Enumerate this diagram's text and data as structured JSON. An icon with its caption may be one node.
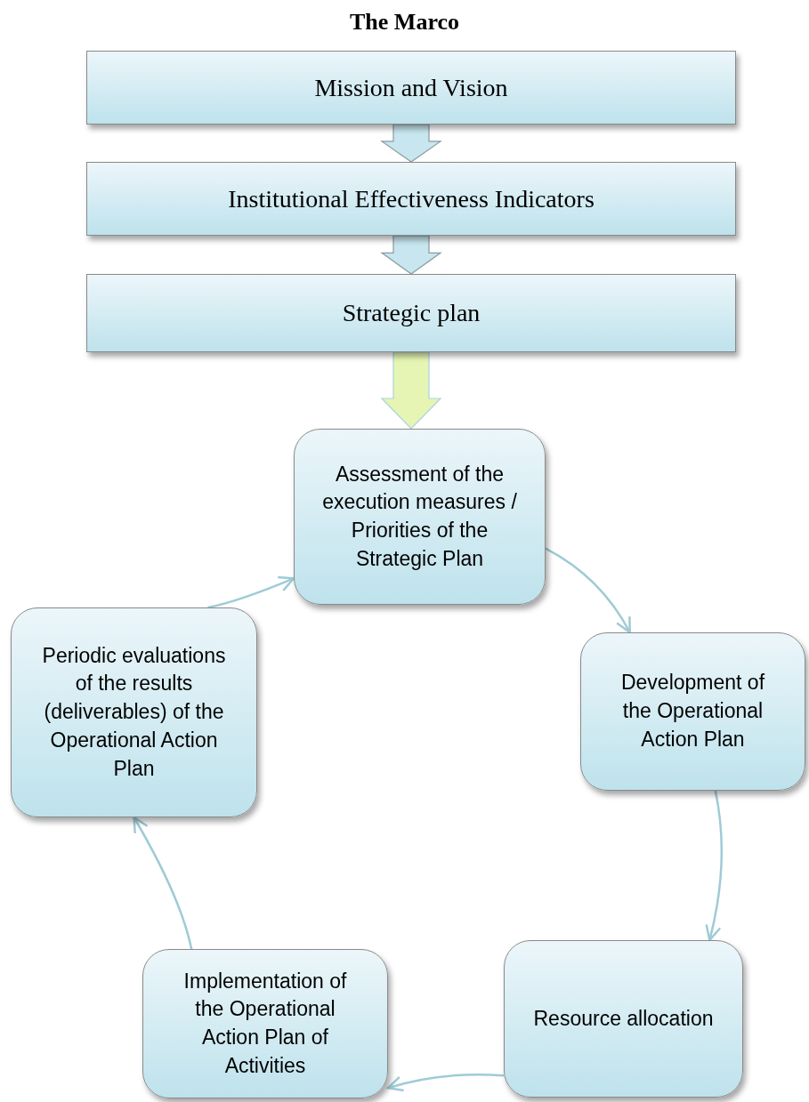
{
  "diagram": {
    "title": "The Marco",
    "nodes": [
      {
        "text": [
          "Mission and Vision"
        ]
      },
      {
        "text": [
          "Institutional Effectiveness Indicators"
        ]
      },
      {
        "text": [
          "Strategic plan"
        ]
      },
      {
        "text": [
          "Assessment of the execution measures / Priorities of the Strategic Plan"
        ]
      },
      {
        "text": [
          "Development of the Operational Action Plan"
        ]
      },
      {
        "text": [
          "Resource allocation"
        ]
      },
      {
        "text": [
          "Implementation of the Operational Action Plan of Activities"
        ]
      },
      {
        "text": [
          "Periodic evaluations of the results (deliverables) of the Operational Action Plan"
        ]
      }
    ],
    "edges": [
      {
        "from": 0,
        "to": 1,
        "arrow": "to",
        "style": "thick"
      },
      {
        "from": 1,
        "to": 2,
        "arrow": "to",
        "style": "thick"
      },
      {
        "from": 2,
        "to": 3,
        "arrow": "to",
        "style": "thick",
        "color": "#e6f5b4"
      },
      {
        "from": 3,
        "to": 4,
        "arrow": "to"
      },
      {
        "from": 4,
        "to": 5,
        "arrow": "to"
      },
      {
        "from": 5,
        "to": 6,
        "arrow": "to"
      },
      {
        "from": 6,
        "to": 7,
        "arrow": "to"
      },
      {
        "from": 7,
        "to": 3,
        "arrow": "to"
      }
    ]
  }
}
